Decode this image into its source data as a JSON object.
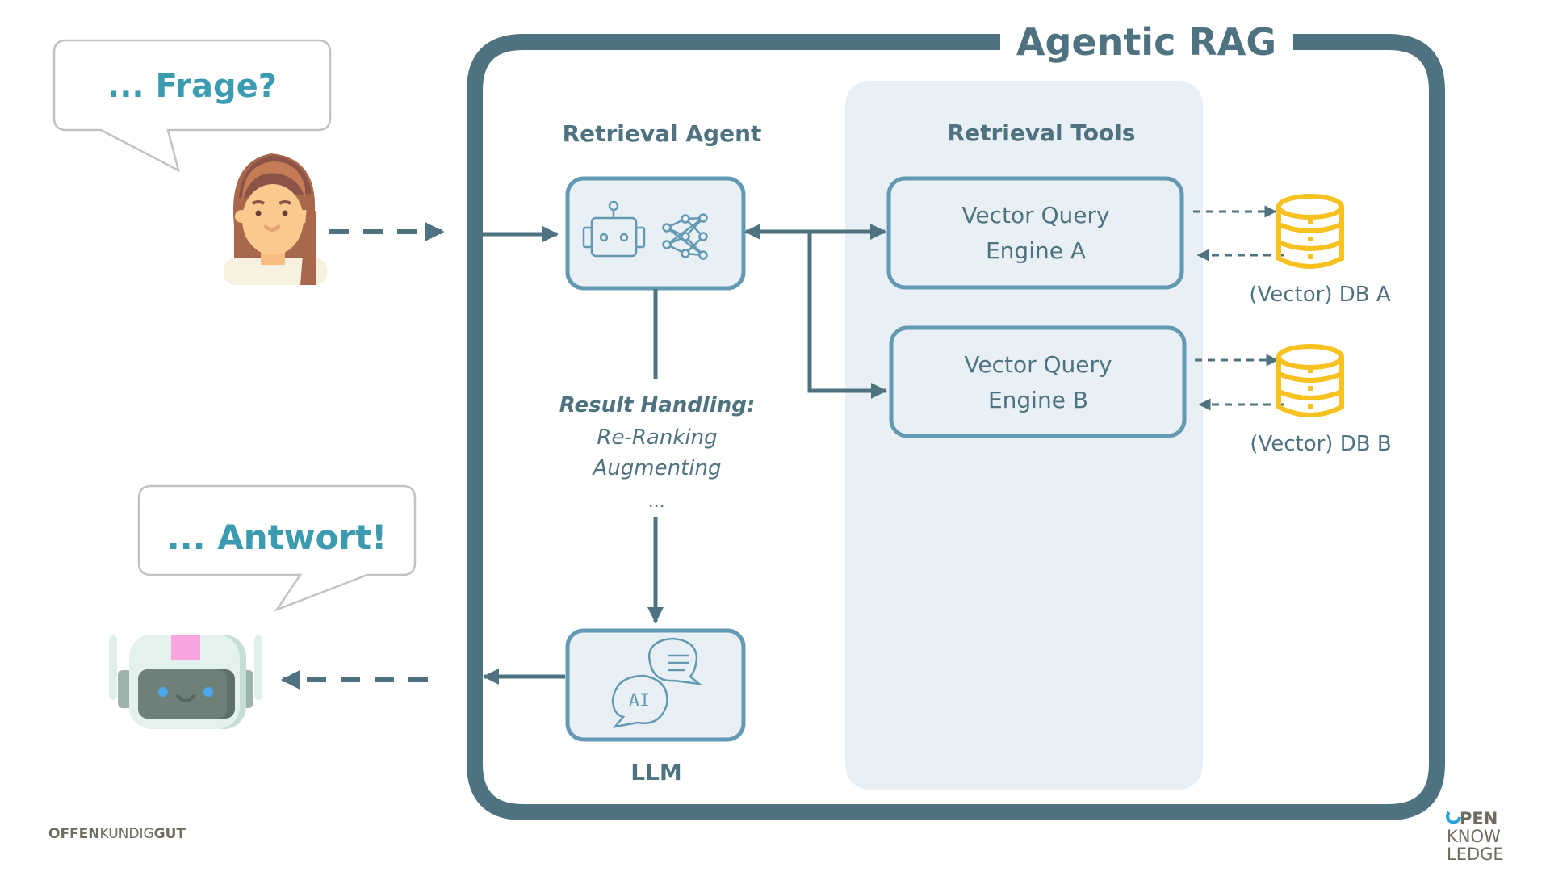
{
  "title": "Agentic RAG",
  "user": {
    "question_bubble": "... Frage?",
    "avatar": "woman-avatar"
  },
  "bot": {
    "answer_bubble": "... Antwort!",
    "avatar": "robot-avatar"
  },
  "agent": {
    "label": "Retrieval Agent",
    "icons": [
      "robot-icon",
      "neural-network-icon"
    ]
  },
  "result_handling": {
    "title": "Result Handling:",
    "items": [
      "Re-Ranking",
      "Augmenting",
      "..."
    ]
  },
  "llm": {
    "label": "LLM",
    "icon": "ai-chat-icon",
    "icon_text": "AI"
  },
  "tools": {
    "label": "Retrieval Tools",
    "engines": [
      {
        "line1": "Vector Query",
        "line2": "Engine A"
      },
      {
        "line1": "Vector Query",
        "line2": "Engine B"
      }
    ]
  },
  "databases": [
    {
      "label": "(Vector) DB A"
    },
    {
      "label": "(Vector) DB B"
    }
  ],
  "footer": {
    "left_logo": {
      "part1": "OFFEN",
      "part2": "KUNDIG",
      "part3": "GUT"
    },
    "right_logo": {
      "line1": "PEN",
      "line2": "KNOW",
      "line3": "LEDGE"
    }
  },
  "colors": {
    "frame": "#4e7280",
    "box_border": "#6399b3",
    "box_fill": "#e9f0f5",
    "panel_fill": "#e9f0f5",
    "accent_text": "#3c9bb1",
    "db_yellow": "#f7c11f",
    "logo_blue": "#2aa1d8",
    "logo_grey": "#6f6b5e"
  }
}
